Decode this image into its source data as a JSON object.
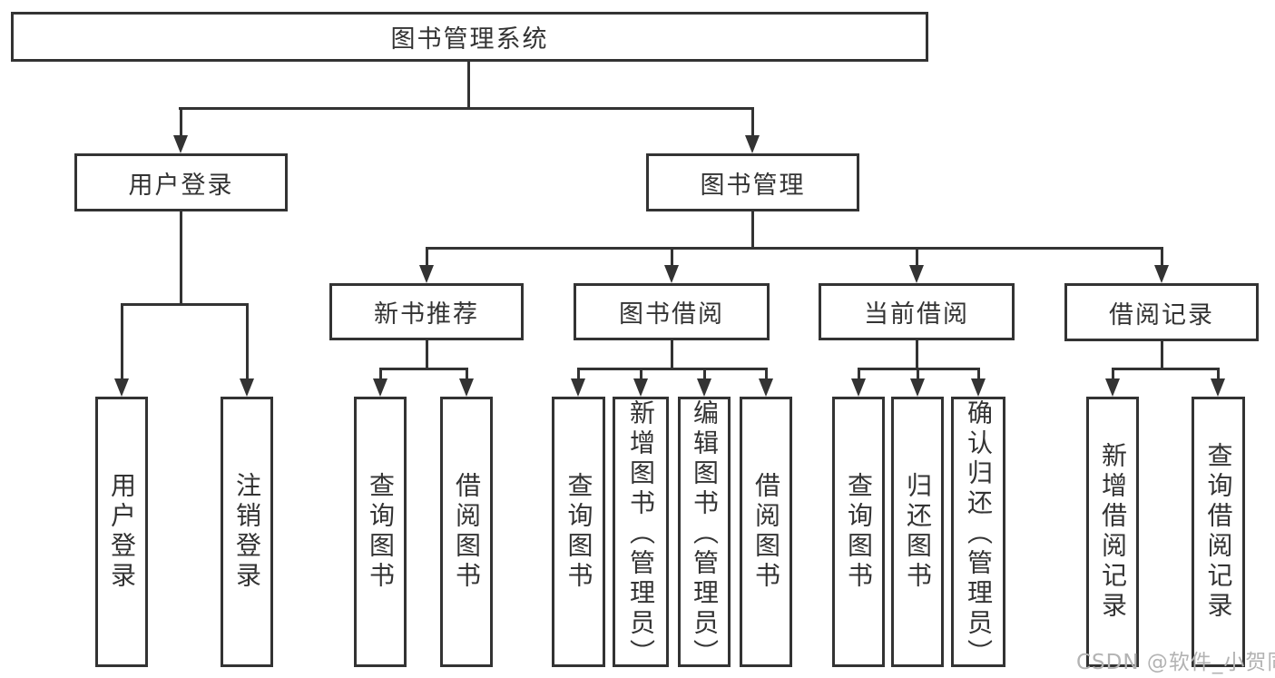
{
  "diagram": {
    "root": {
      "label": "图书管理系统"
    },
    "branches": [
      {
        "label": "用户登录",
        "children": [
          {
            "label": "用户登录"
          },
          {
            "label": "注销登录"
          }
        ]
      },
      {
        "label": "图书管理",
        "children": [
          {
            "label": "新书推荐",
            "children": [
              {
                "label": "查询图书"
              },
              {
                "label": "借阅图书"
              }
            ]
          },
          {
            "label": "图书借阅",
            "children": [
              {
                "label": "查询图书"
              },
              {
                "label": "新增图书（管理员）"
              },
              {
                "label": "编辑图书（管理员）"
              },
              {
                "label": "借阅图书"
              }
            ]
          },
          {
            "label": "当前借阅",
            "children": [
              {
                "label": "查询图书"
              },
              {
                "label": "归还图书"
              },
              {
                "label": "确认归还（管理员）"
              }
            ]
          },
          {
            "label": "借阅记录",
            "children": [
              {
                "label": "新增借阅记录"
              },
              {
                "label": "查询借阅记录"
              }
            ]
          }
        ]
      }
    ]
  },
  "watermark": {
    "text": "CSDN @软件_小贺同学"
  },
  "colors": {
    "line": "#333333",
    "text": "#333333",
    "box": "#ffffff",
    "watermark": "#b3b3b3"
  }
}
